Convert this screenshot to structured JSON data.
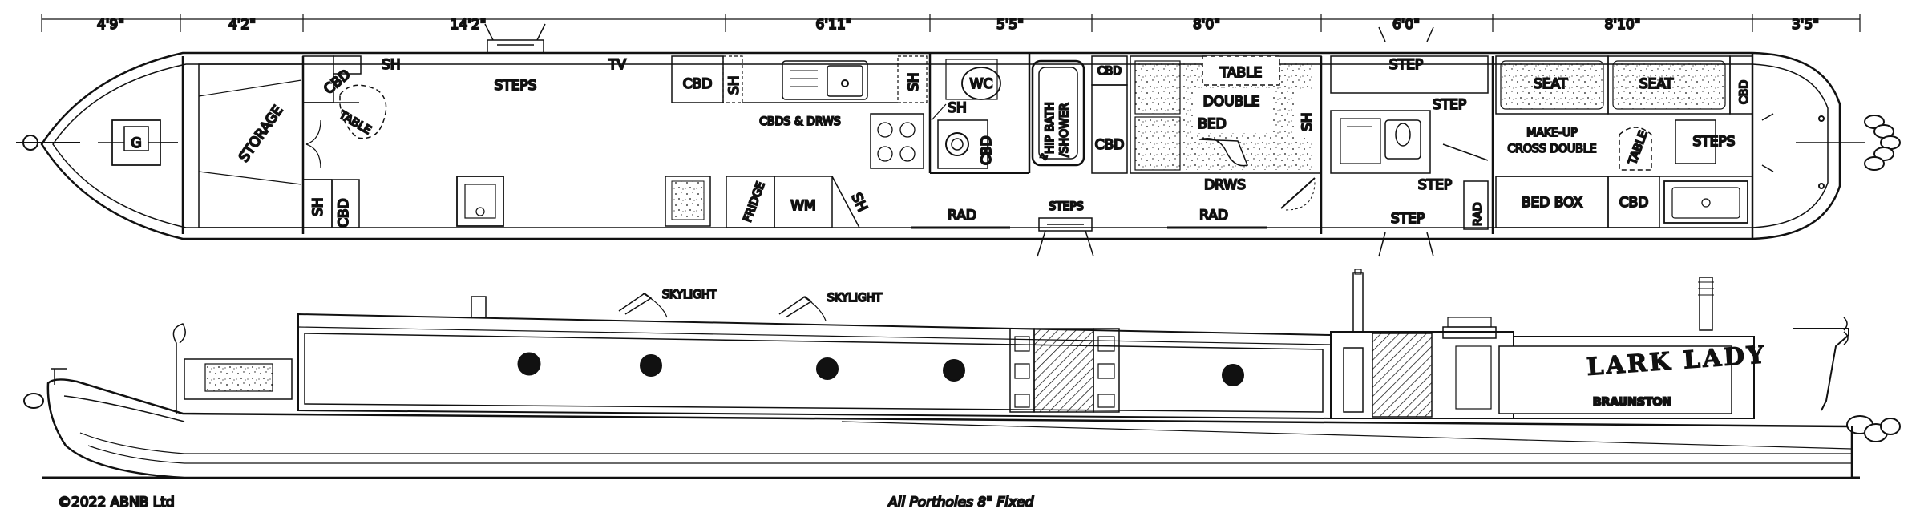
{
  "dimensions": [
    "4'9\"",
    "4'2\"",
    "14'2\"",
    "6'11\"",
    "5'5\"",
    "8'0\"",
    "6'0\"",
    "8'10\"",
    "3'5\""
  ],
  "plan_labels": {
    "g": "G",
    "storage": "STORAGE",
    "cbd_fwd_top": "CBD",
    "sh_fwd_top": "SH",
    "table_fwd": "TABLE",
    "sh_fwd_bottom": "SH",
    "cbd_fwd_bottom": "CBD",
    "steps_fwd": "STEPS",
    "tv": "TV",
    "cbd_galley": "CBD",
    "sh_galley": "SH",
    "cbds_drws": "CBDS & DRWS",
    "fridge": "FRIDGE",
    "wm": "WM",
    "sh_wm": "SH",
    "sh_bath_top": "SH",
    "wc": "WC",
    "sh_bath": "SH",
    "cbd_bath": "CBD",
    "hip_bath": "HIP BATH",
    "shower": "/SHOWER",
    "cbd_bed_top": "CBD",
    "cbd_bed_mid": "CBD",
    "rad_1": "RAD",
    "steps_mid": "STEPS",
    "table_bed": "TABLE",
    "double": "DOUBLE",
    "bed": "BED",
    "sh_bed": "SH",
    "drws": "DRWS",
    "rad_2": "RAD",
    "step_top": "STEP",
    "step_right": "STEP",
    "step_mid": "STEP",
    "step_bottom": "STEP",
    "rad_3": "RAD",
    "seat_1": "SEAT",
    "seat_2": "SEAT",
    "cbd_seat": "CBD",
    "make_up": "MAKE-UP",
    "cross_double": "CROSS DOUBLE",
    "table_aft": "TABLE",
    "steps_aft": "STEPS",
    "bed_box": "BED BOX",
    "cbd_aft": "CBD"
  },
  "elevation": {
    "skylight_1": "SKYLIGHT",
    "skylight_2": "SKYLIGHT",
    "boat_name": "LARK LADY",
    "home_port": "BRAUNSTON"
  },
  "footer": {
    "copyright": "©2022 ABNB Ltd",
    "porthole_note": "All Portholes 8\" Fixed"
  }
}
